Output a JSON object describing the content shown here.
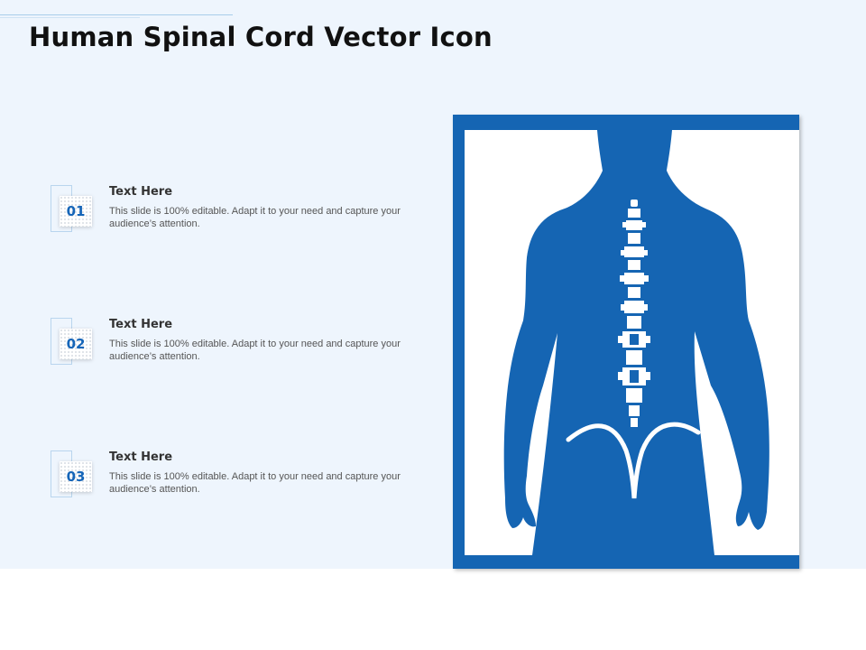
{
  "slide": {
    "title": "Human Spinal Cord Vector Icon"
  },
  "items": [
    {
      "number": "01",
      "title": "Text Here",
      "description": "This slide is 100% editable. Adapt it to your need and capture your audience’s attention."
    },
    {
      "number": "02",
      "title": "Text Here",
      "description": "This slide is 100% editable. Adapt it to your need and capture your audience’s attention."
    },
    {
      "number": "03",
      "title": "Text Here",
      "description": "This slide is 100% editable. Adapt it to your need and capture your audience’s attention."
    }
  ],
  "colors": {
    "accent": "#1565b3",
    "background": "#eef5fd",
    "title": "#111111",
    "badge_text": "#1565b8"
  },
  "icon": "human-back-spine-icon"
}
